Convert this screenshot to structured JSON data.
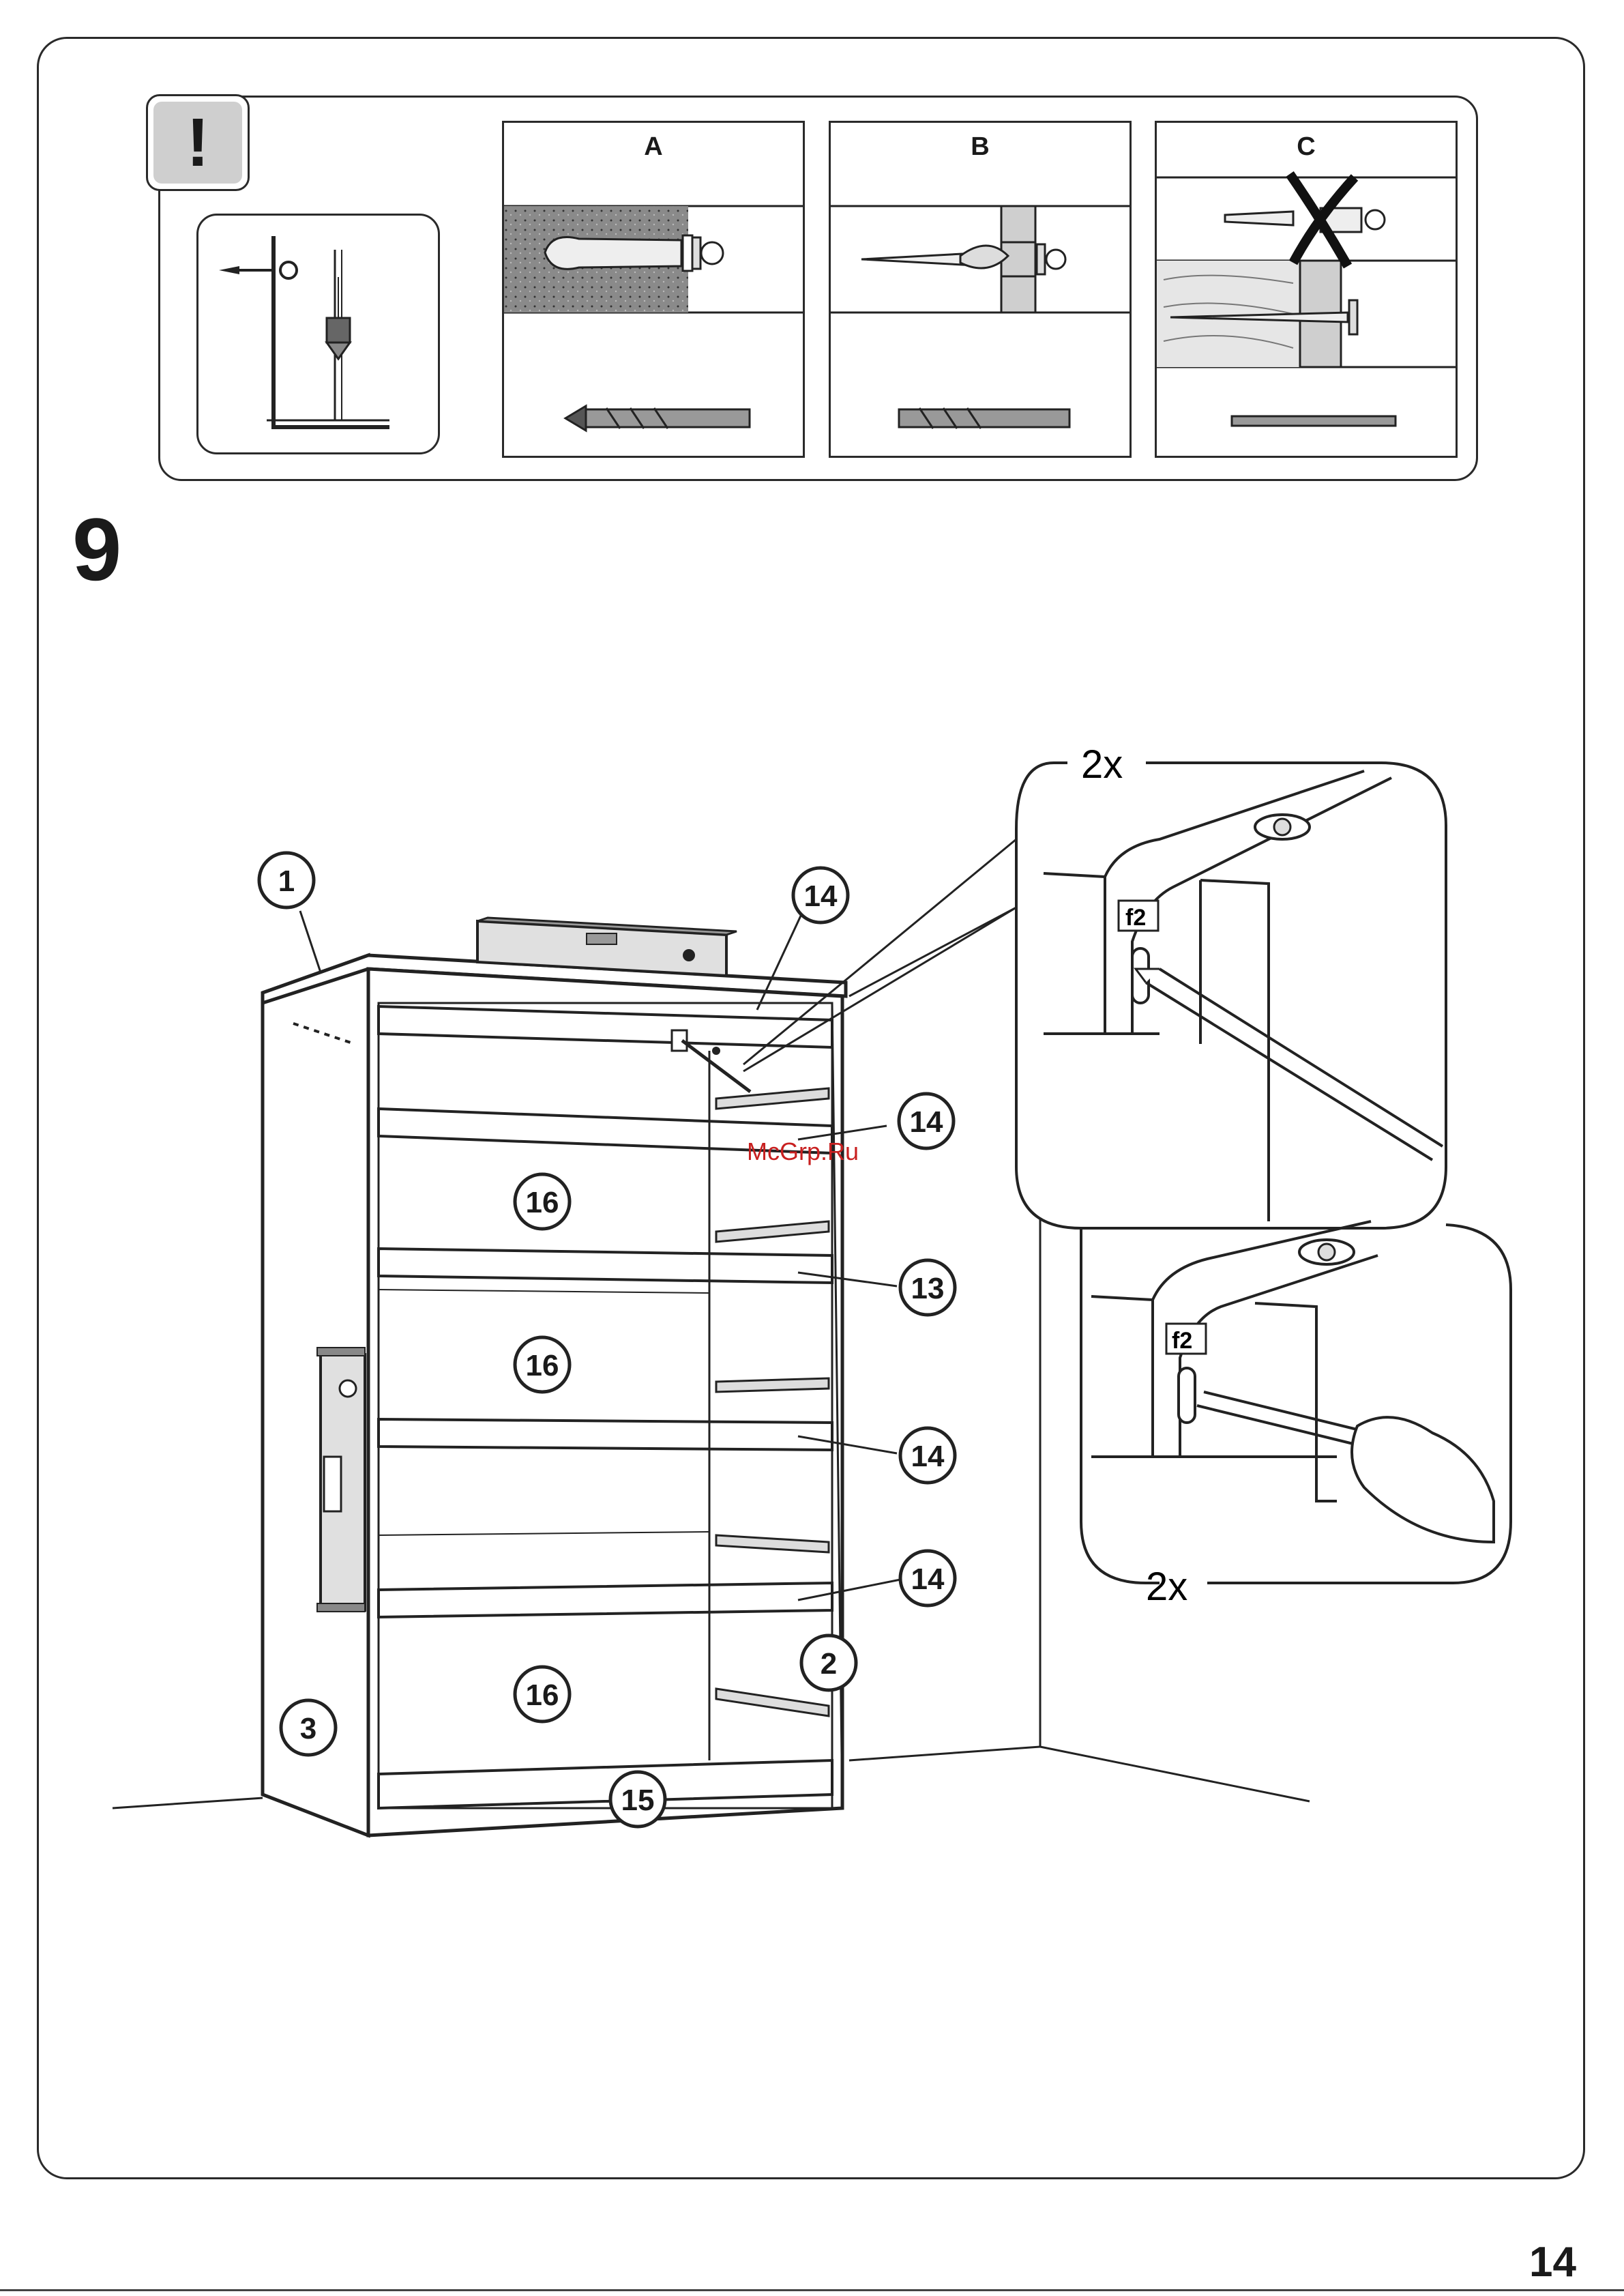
{
  "panels": [
    {
      "label": "A"
    },
    {
      "label": "B"
    },
    {
      "label": "C"
    }
  ],
  "warning_symbol": "!",
  "step_number": "9",
  "page_number": "14",
  "quantity_top": "2x",
  "quantity_bottom": "2x",
  "fitting_label_top": "f2",
  "fitting_label_bottom": "f2",
  "watermark": "McGrp.Ru",
  "part_callouts": {
    "c1": "1",
    "c14a": "14",
    "c14b": "14",
    "c13": "13",
    "c14c": "14",
    "c14d": "14",
    "c2": "2",
    "c3": "3",
    "c15": "15",
    "c16a": "16",
    "c16b": "16",
    "c16c": "16"
  },
  "icons": [
    "warning-icon",
    "plumb-bob-icon",
    "wall-plug-icon",
    "screw-icon",
    "drill-bit-icon",
    "pencil-icon",
    "screwdriver-icon",
    "spirit-level-icon"
  ]
}
